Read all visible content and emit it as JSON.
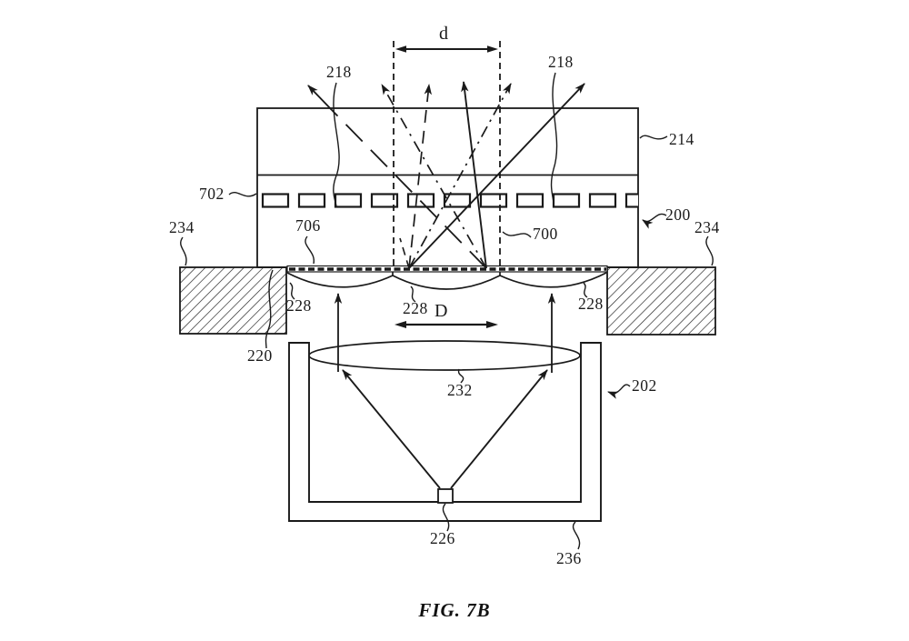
{
  "figure": {
    "caption": "FIG. 7B",
    "colors": {
      "ink": "#1a1a1a",
      "background": "#ffffff"
    },
    "dimensions": {
      "pitch_small": "d",
      "pitch_large": "D"
    },
    "labels": {
      "ref_218_left": "218",
      "ref_218_right": "218",
      "ref_214": "214",
      "ref_702": "702",
      "ref_700": "700",
      "ref_200": "200",
      "ref_234_left": "234",
      "ref_234_right": "234",
      "ref_706": "706",
      "ref_228_left": "228",
      "ref_228_center": "228",
      "ref_228_right": "228",
      "ref_220": "220",
      "ref_232": "232",
      "ref_202": "202",
      "ref_226": "226",
      "ref_236": "236"
    }
  }
}
